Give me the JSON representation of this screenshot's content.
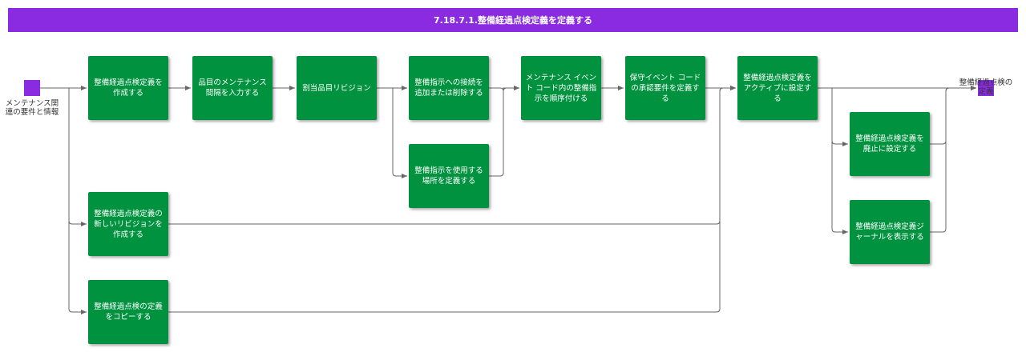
{
  "title": "7.18.7.1.整備経過点検定義を定義する",
  "start": {
    "label": "メンテナンス関連の要件と情報"
  },
  "end": {
    "label": "整備経過点検の定義"
  },
  "steps": {
    "s1": "整備経過点検定義を作成する",
    "s2": "品目のメンテナンス間隔を入力する",
    "s3": "割当品目リビジョン",
    "s4": "整備指示への接続を追加または削除する",
    "s5": "整備指示を使用する場所を定義する",
    "s6": "メンテナンス イベント コード内の整備指示を順序付ける",
    "s7": "保守イベント コード の承認要件を定義す る",
    "s8": "整備経過点検定義をアクティブに設定する",
    "s9": "整備経過点検定義を廃止に設定する",
    "s10": "整備経過点検定義ジャーナルを表示する",
    "s11": "整備経過点検定義の新しいリビジョンを作成する",
    "s12": "整備経過点検の定義をコピーする"
  },
  "colors": {
    "header": "#8a2be2",
    "node": "#00923f",
    "terminal": "#8a2be2",
    "edge": "#666666"
  }
}
